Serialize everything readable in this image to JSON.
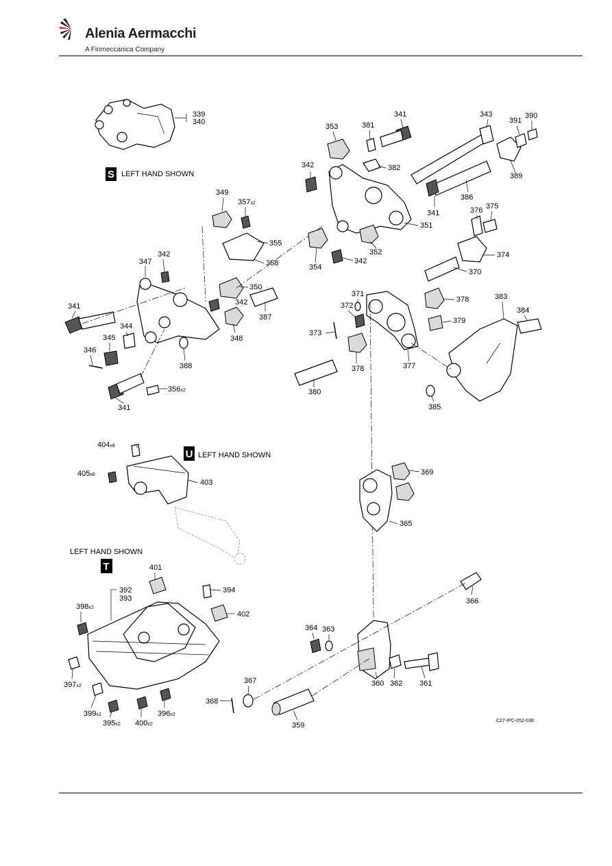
{
  "header": {
    "brand_name": "Alenia Aermacchi",
    "brand_tagline": "A Finmeccanica Company",
    "brand_color": "#231f20",
    "logo_accent": "#e2231a"
  },
  "figure": {
    "reference": "C27-IPC-052-038",
    "views": {
      "s": {
        "letter": "S",
        "note": "LEFT HAND SHOWN"
      },
      "u": {
        "letter": "U",
        "note": "LEFT HAND SHOWN"
      },
      "t": {
        "letter": "T",
        "note": "LEFT HAND SHOWN"
      }
    },
    "callouts": [
      {
        "num": "339"
      },
      {
        "num": "340"
      },
      {
        "num": "341"
      },
      {
        "num": "341"
      },
      {
        "num": "341"
      },
      {
        "num": "341"
      },
      {
        "num": "342"
      },
      {
        "num": "342"
      },
      {
        "num": "342"
      },
      {
        "num": "342"
      },
      {
        "num": "343"
      },
      {
        "num": "344"
      },
      {
        "num": "345"
      },
      {
        "num": "346"
      },
      {
        "num": "347"
      },
      {
        "num": "348"
      },
      {
        "num": "349"
      },
      {
        "num": "350"
      },
      {
        "num": "351"
      },
      {
        "num": "352"
      },
      {
        "num": "353"
      },
      {
        "num": "354"
      },
      {
        "num": "355"
      },
      {
        "num": "356",
        "qty": "x2"
      },
      {
        "num": "357",
        "qty": "x2"
      },
      {
        "num": "358"
      },
      {
        "num": "359"
      },
      {
        "num": "360"
      },
      {
        "num": "361"
      },
      {
        "num": "362"
      },
      {
        "num": "363"
      },
      {
        "num": "364"
      },
      {
        "num": "365"
      },
      {
        "num": "366"
      },
      {
        "num": "367"
      },
      {
        "num": "368"
      },
      {
        "num": "369"
      },
      {
        "num": "370"
      },
      {
        "num": "371"
      },
      {
        "num": "372"
      },
      {
        "num": "373"
      },
      {
        "num": "374"
      },
      {
        "num": "375"
      },
      {
        "num": "376"
      },
      {
        "num": "377"
      },
      {
        "num": "378"
      },
      {
        "num": "378"
      },
      {
        "num": "379"
      },
      {
        "num": "380"
      },
      {
        "num": "381"
      },
      {
        "num": "382"
      },
      {
        "num": "383"
      },
      {
        "num": "384"
      },
      {
        "num": "385"
      },
      {
        "num": "386"
      },
      {
        "num": "387"
      },
      {
        "num": "388"
      },
      {
        "num": "389"
      },
      {
        "num": "390"
      },
      {
        "num": "391"
      },
      {
        "num": "392"
      },
      {
        "num": "393"
      },
      {
        "num": "394"
      },
      {
        "num": "395",
        "qty": "x2"
      },
      {
        "num": "396",
        "qty": "x2"
      },
      {
        "num": "397",
        "qty": "x2"
      },
      {
        "num": "398",
        "qty": "x2"
      },
      {
        "num": "399",
        "qty": "x2"
      },
      {
        "num": "400",
        "qty": "x2"
      },
      {
        "num": "401"
      },
      {
        "num": "402"
      },
      {
        "num": "403"
      },
      {
        "num": "404",
        "qty": "x8"
      },
      {
        "num": "405",
        "qty": "x8"
      }
    ]
  }
}
